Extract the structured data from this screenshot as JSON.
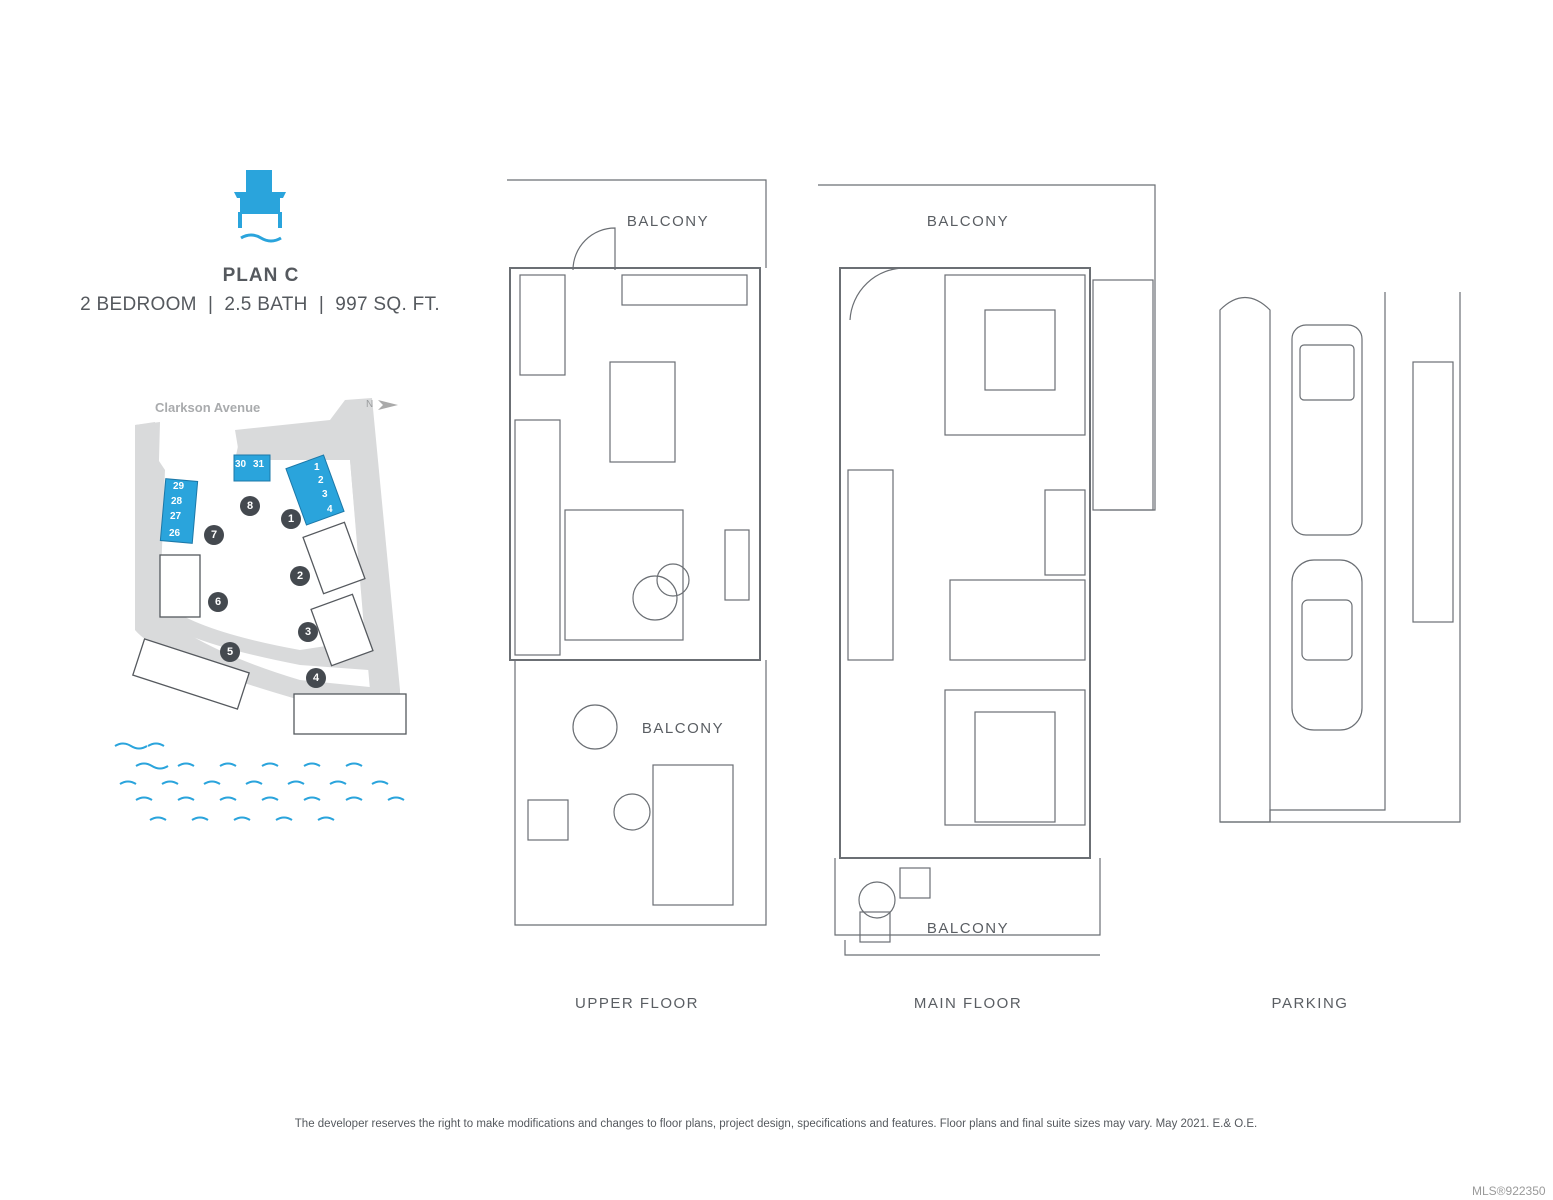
{
  "header": {
    "logo_icon": "adirondack-chair-icon",
    "plan_title": "PLAN C",
    "plan_specs": "2 BEDROOM  |  2.5 BATH  |  997 SQ. FT."
  },
  "site_map": {
    "street": "Clarkson Avenue",
    "north_label": "N",
    "highlighted_units": [
      "1",
      "2",
      "3",
      "4",
      "26",
      "27",
      "28",
      "29",
      "30",
      "31"
    ],
    "building_numbers": [
      "1",
      "2",
      "3",
      "4",
      "5",
      "6",
      "7",
      "8"
    ],
    "colors": {
      "highlight": "#2aa4dc",
      "road": "#d9dadb",
      "marker": "#44494f",
      "water": "#2aa4dc"
    }
  },
  "floors": {
    "upper": {
      "label": "UPPER FLOOR",
      "balcony_top": "BALCONY",
      "balcony_bottom": "BALCONY"
    },
    "main": {
      "label": "MAIN FLOOR",
      "balcony_top": "BALCONY",
      "balcony_bottom": "BALCONY"
    },
    "parking": {
      "label": "PARKING"
    }
  },
  "footer": {
    "disclaimer": "The developer reserves the right to make modifications and changes to floor plans, project design, specifications and features. Floor plans and final suite sizes may vary. May 2021. E.& O.E.",
    "mls": "MLS®922350"
  }
}
